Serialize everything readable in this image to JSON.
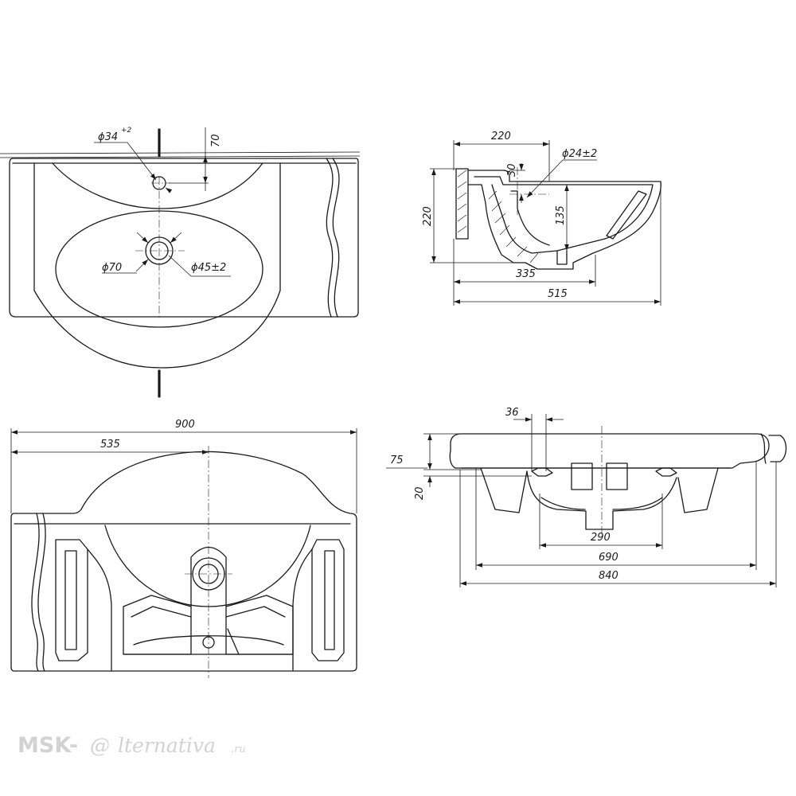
{
  "top_view": {
    "dims": {
      "tap_hole": "ϕ34",
      "tap_hole_tol": "+2",
      "tap_offset": "70",
      "drain_outer": "ϕ70",
      "drain_inner": "ϕ45±2"
    }
  },
  "side_section": {
    "dims": {
      "top_width": "220",
      "height": "220",
      "overflow_offset": "30",
      "overflow_hole": "ϕ24±2",
      "bowl_depth": "135",
      "drain_distance": "335",
      "total_depth": "515"
    }
  },
  "bottom_view": {
    "dims": {
      "total_width": "900",
      "center_distance": "535"
    }
  },
  "front_view": {
    "dims": {
      "support_width": "36",
      "total_height": "75",
      "rim_thickness": "20",
      "bowl_width": "290",
      "inner_width": "690",
      "overall_width": "840"
    }
  },
  "watermark": {
    "left": "MSK-",
    "mark": "@",
    "right": "lternativa",
    "suffix": ".ru"
  }
}
